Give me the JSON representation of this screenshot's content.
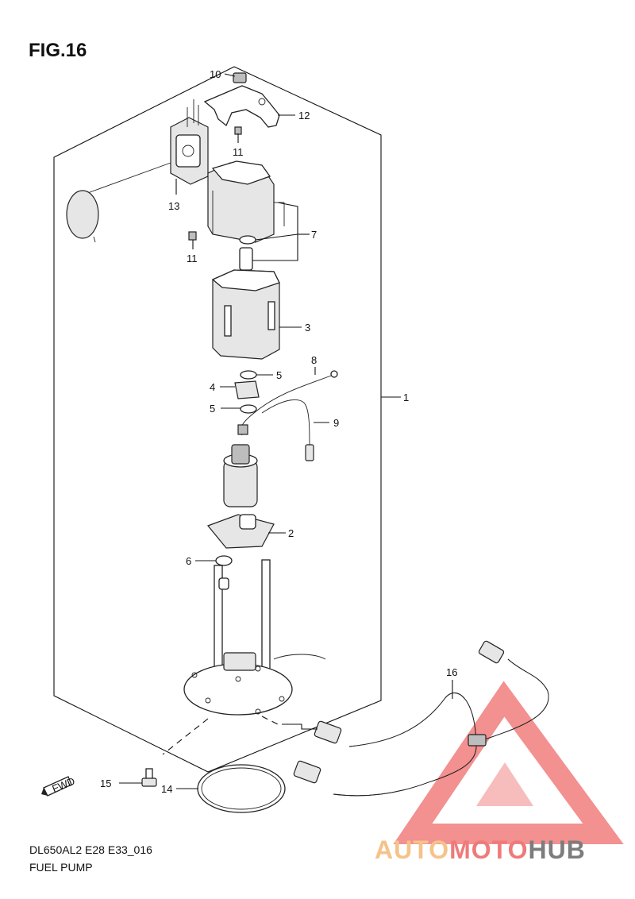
{
  "figure": {
    "title": "FIG.16",
    "code": "DL650AL2 E28 E33_016",
    "name": "FUEL PUMP"
  },
  "callouts": [
    {
      "id": "1",
      "label": "1"
    },
    {
      "id": "2",
      "label": "2"
    },
    {
      "id": "3",
      "label": "3"
    },
    {
      "id": "4",
      "label": "4"
    },
    {
      "id": "5a",
      "label": "5"
    },
    {
      "id": "5b",
      "label": "5"
    },
    {
      "id": "6",
      "label": "6"
    },
    {
      "id": "7",
      "label": "7"
    },
    {
      "id": "8",
      "label": "8"
    },
    {
      "id": "9",
      "label": "9"
    },
    {
      "id": "10",
      "label": "10"
    },
    {
      "id": "11a",
      "label": "11"
    },
    {
      "id": "11b",
      "label": "11"
    },
    {
      "id": "12",
      "label": "12"
    },
    {
      "id": "13",
      "label": "13"
    },
    {
      "id": "14",
      "label": "14"
    },
    {
      "id": "15",
      "label": "15"
    },
    {
      "id": "16",
      "label": "16"
    }
  ],
  "fwd_label": "FWD",
  "watermark": {
    "part1": "AUTO",
    "part2": "MOTO",
    "part3": "HUB",
    "colors": {
      "auto": "#f5c38a",
      "moto": "#ef7a7a",
      "hub": "#7d7d7d",
      "triangle": "#ef6b6b"
    }
  }
}
